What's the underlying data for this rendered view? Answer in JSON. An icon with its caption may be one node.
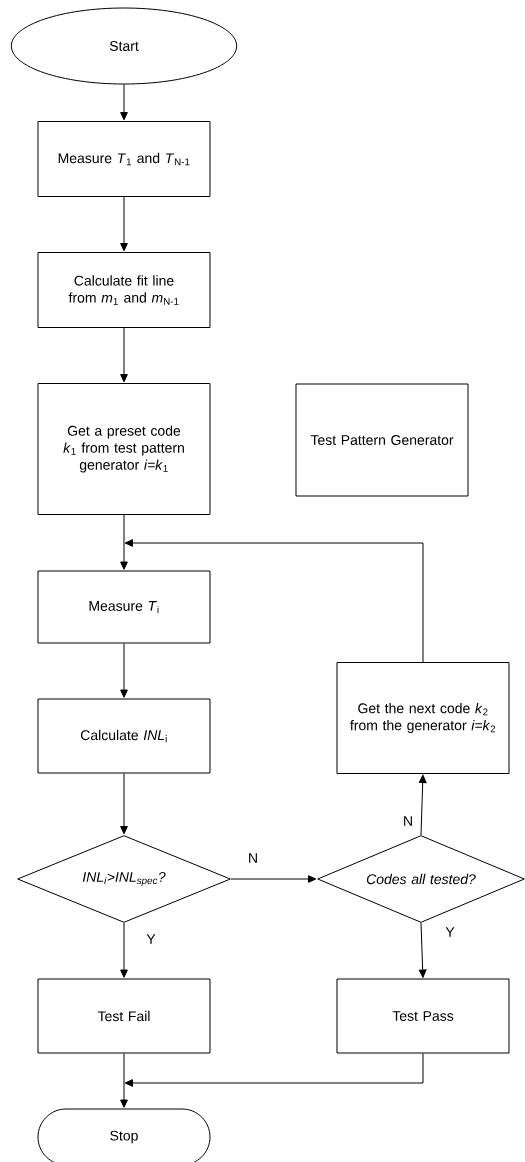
{
  "diagram": {
    "nodes": [
      {
        "text": [
          "Start"
        ]
      },
      {
        "text": [
          "Measure *T*$_{1}$ and *T*$_{N-1}$"
        ]
      },
      {
        "text": [
          "Calculate fit line from *m*$_{1}$ and *m*$_{N-1}$"
        ]
      },
      {
        "text": [
          "Get a preset code *k*$_{1}$ from test pattern generator *i=k*$_{1}$"
        ]
      },
      {
        "text": [
          "Test Pattern Generator"
        ]
      },
      {
        "text": [
          "Measure *T*$_{i}$"
        ]
      },
      {
        "text": [
          "Get the next code *k*$_{2}$ from the generator *i=k*$_{2}$"
        ]
      },
      {
        "text": [
          "Calculate *INL*$_{i}$"
        ]
      },
      {
        "text": [
          "INL$_{i}$>INL$_{spec}$?"
        ]
      },
      {
        "text": [
          "Codes all tested?"
        ]
      },
      {
        "text": [
          "Test Fail"
        ]
      },
      {
        "text": [
          "Test Pass"
        ]
      },
      {
        "text": [
          "Stop"
        ]
      }
    ],
    "edges": [
      {
        "from": 0,
        "to": 1,
        "arrow": "to"
      },
      {
        "from": 1,
        "to": 2,
        "arrow": "to"
      },
      {
        "from": 2,
        "to": 3,
        "arrow": "to"
      },
      {
        "from": 3,
        "to": 5,
        "arrow": "to"
      },
      {
        "from": 5,
        "to": 7,
        "arrow": "to"
      },
      {
        "from": 7,
        "to": 8,
        "arrow": "to"
      },
      {
        "from": 8,
        "to": 9,
        "arrow": "to",
        "label": "N"
      },
      {
        "from": 8,
        "to": 10,
        "arrow": "to",
        "label": "Y"
      },
      {
        "from": 9,
        "to": 6,
        "arrow": "to",
        "label": "N"
      },
      {
        "from": 9,
        "to": 11,
        "arrow": "to",
        "label": "Y"
      },
      {
        "from": 6,
        "to": 5,
        "arrow": "to"
      },
      {
        "from": 10,
        "to": 12,
        "arrow": "to"
      },
      {
        "from": 11,
        "to": 12,
        "arrow": "to"
      }
    ]
  }
}
